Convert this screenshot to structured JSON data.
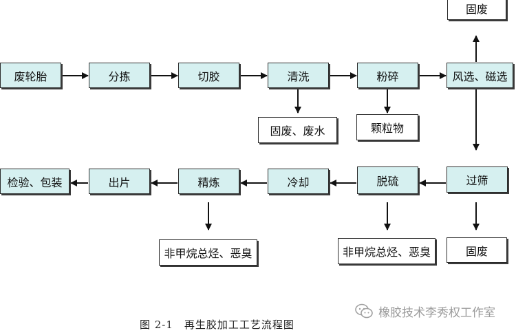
{
  "diagram": {
    "nodes": {
      "waste_tire": "废轮胎",
      "sorting": "分拣",
      "cutting": "切胶",
      "washing": "清洗",
      "crushing": "粉碎",
      "air_magnetic_sep": "风选、磁选",
      "solid_waste_top": "固废",
      "washing_output": "固废、废水",
      "particles": "颗粒物",
      "screening": "过筛",
      "solid_waste_bottom": "固废",
      "desulfurization": "脱硫",
      "desulf_output": "非甲烷总烃、恶臭",
      "cooling": "冷却",
      "refining": "精炼",
      "refining_output": "非甲烷总烃、恶臭",
      "sheeting": "出片",
      "inspect_pack": "检验、包装"
    },
    "caption": "图 2-1　再生胶加工工艺流程图"
  },
  "watermark": {
    "text": "橡胶技术李秀权工作室",
    "icon": "wechat-icon"
  },
  "colors": {
    "process_fill": "#d6f0f0",
    "output_fill": "#ffffff",
    "line": "#111111"
  }
}
